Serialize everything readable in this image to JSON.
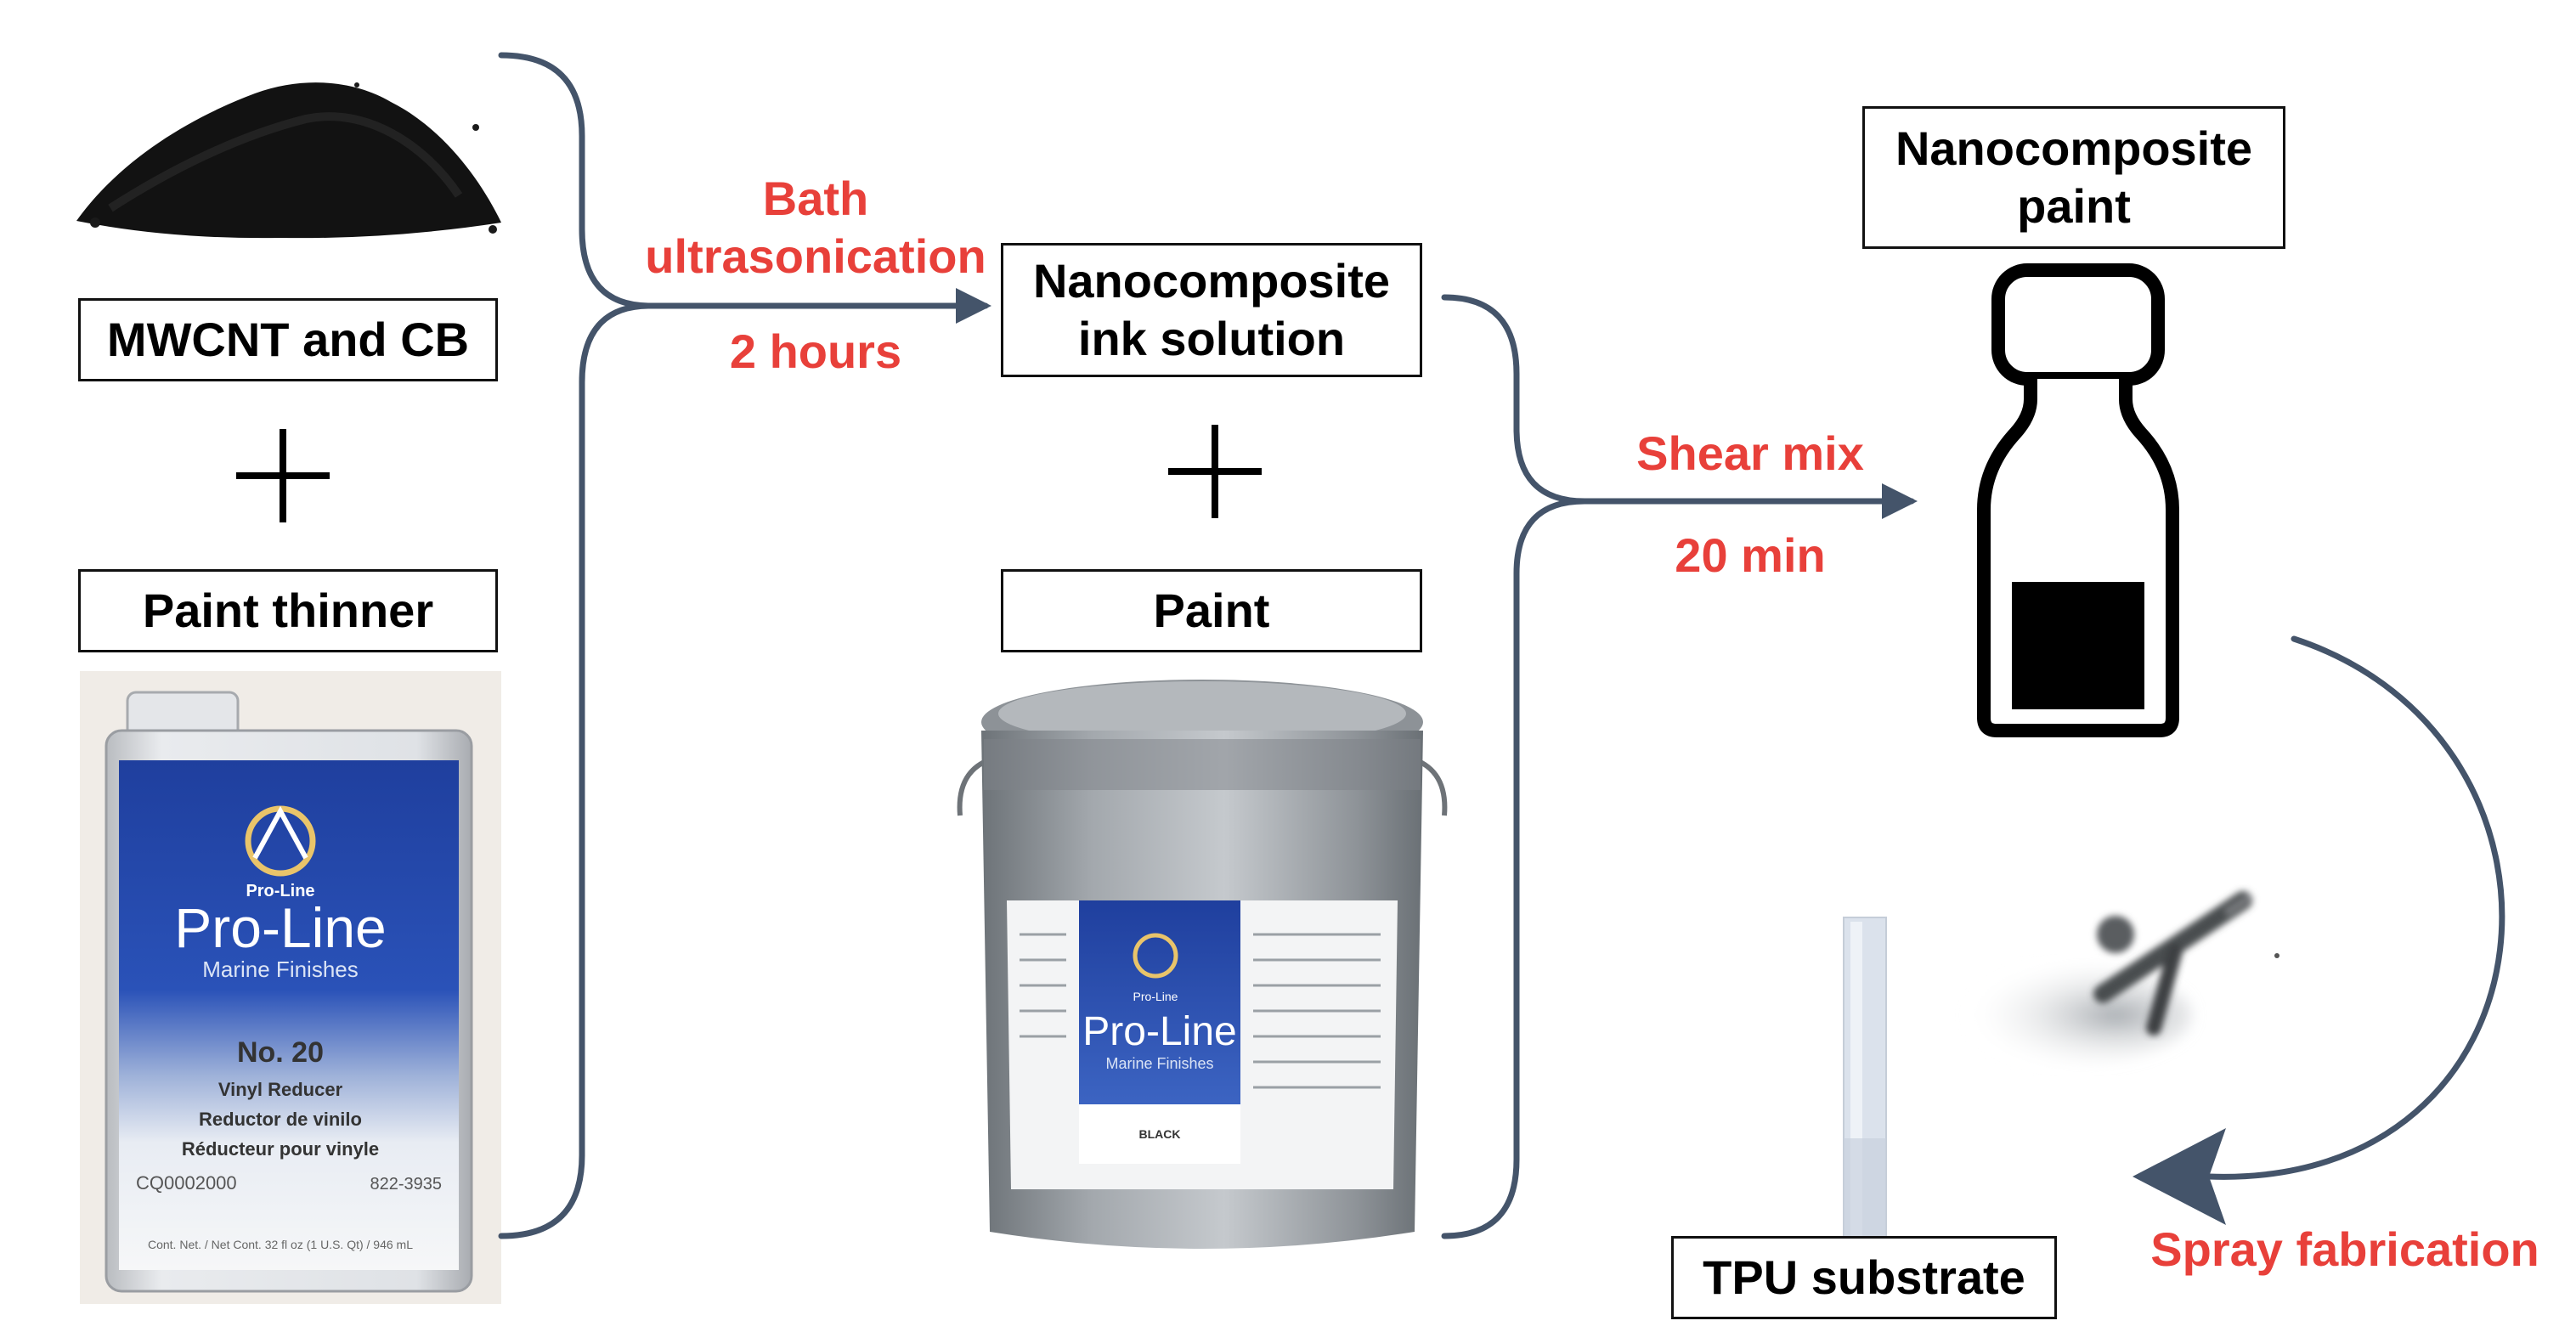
{
  "inputs": {
    "powder_label": "MWCNT and CB",
    "thinner_label": "Paint thinner",
    "plus": "+"
  },
  "step1": {
    "line1": "Bath",
    "line2": "ultrasonication",
    "time": "2 hours"
  },
  "ink": {
    "line1": "Nanocomposite",
    "line2": "ink solution",
    "paint_label": "Paint",
    "plus": "+"
  },
  "step2": {
    "process": "Shear mix",
    "time": "20 min"
  },
  "output": {
    "line1": "Nanocomposite",
    "line2": "paint"
  },
  "spray": {
    "label": "Spray fabrication",
    "substrate_label": "TPU substrate"
  },
  "thinner_can": {
    "brand_small": "Pro-Line",
    "brand": "Pro-Line",
    "subtitle": "Marine Finishes",
    "product_no": "No. 20",
    "line_en": "Vinyl Reducer",
    "line_es": "Reductor de vinilo",
    "line_fr": "Réducteur pour vinyle",
    "code": "CQ0002000",
    "code2": "822-3935",
    "net": "Cont. Net. / Net Cont. 32 fl oz (1 U.S. Qt) / 946 mL"
  },
  "paint_pail": {
    "brand_small": "Pro-Line",
    "brand": "Pro-Line",
    "subtitle": "Marine Finishes",
    "color": "BLACK"
  },
  "colors": {
    "connector": "#44546a",
    "accent": "#e8403a",
    "label_border": "#111111"
  }
}
